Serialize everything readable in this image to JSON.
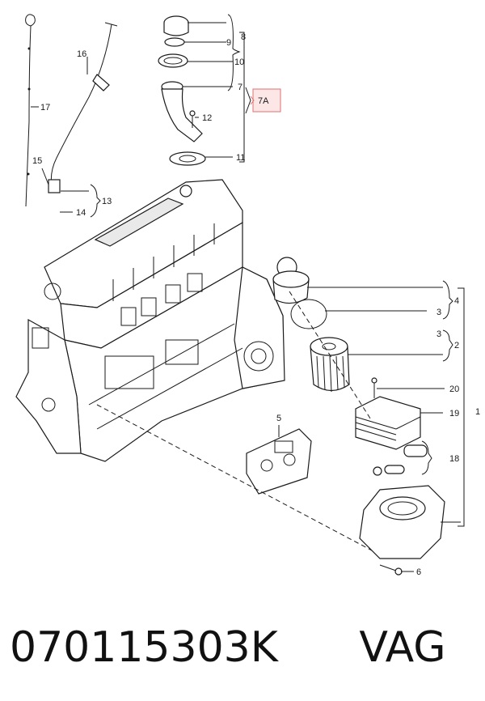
{
  "callouts": {
    "c1": "1",
    "c2": "2",
    "c3a": "3",
    "c3b": "3",
    "c4": "4",
    "c5": "5",
    "c6": "6",
    "c7": "7",
    "c7a": "7A",
    "c8": "8",
    "c9": "9",
    "c10": "10",
    "c11": "11",
    "c12": "12",
    "c13": "13",
    "c14": "14",
    "c15": "15",
    "c16": "16",
    "c17": "17",
    "c18": "18",
    "c19": "19",
    "c20": "20"
  },
  "caption": {
    "part_number": "070115303K",
    "brand": "VAG"
  },
  "colors": {
    "ink": "#1a1a1a",
    "highlight": "#e07070",
    "highlight_fill": "#fde6e6"
  }
}
